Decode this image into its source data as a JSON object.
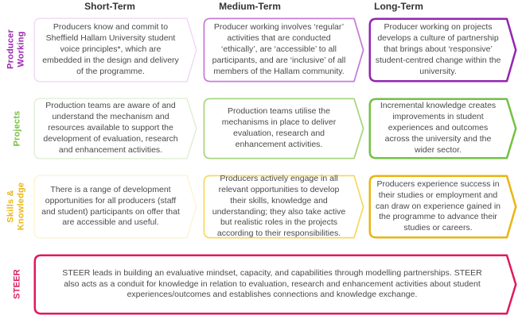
{
  "headers": [
    "Short-Term",
    "Medium-Term",
    "Long-Term"
  ],
  "rows": [
    {
      "label": "Producer\nWorking",
      "label_color": "#9b27af",
      "cells": [
        {
          "text": "Producers know and commit to Sheffield Hallam University student voice principles*, which are embedded in the design and delivery of the programme.",
          "border_color": "#eed4f2"
        },
        {
          "text": "Producer working involves ‘regular’ activities that are conducted ‘ethically’, are ‘accessible’ to all participants, and are ‘inclusive’ of all members of the Hallam community.",
          "border_color": "#c57fd6"
        },
        {
          "text": "Producer working on projects develops a culture of partnership that brings about ‘responsive’ student-centred change within the university.",
          "border_color": "#9226b0"
        }
      ]
    },
    {
      "label": "Projects",
      "label_color": "#77c043",
      "cells": [
        {
          "text": "Production teams are aware of and understand the mechanism and resources available to support the development of evaluation, research and enhancement activities.",
          "border_color": "#dcedd0"
        },
        {
          "text": "Production teams utilise the mechanisms in place to deliver evaluation, research and enhancement activities.",
          "border_color": "#a8d77f"
        },
        {
          "text": "Incremental knowledge creates improvements in student experiences and outcomes across the university and the wider sector.",
          "border_color": "#74c143"
        }
      ]
    },
    {
      "label": "Skills &\nKnowledge",
      "label_color": "#eab616",
      "cells": [
        {
          "text": "There is a range of development opportunities for all producers (staff and student) participants on offer that are accessible and useful.",
          "border_color": "#fdf2cd"
        },
        {
          "text": "Producers actively engage in all relevant opportunities to develop their skills, knowledge and understanding; they also take active but realistic roles in the projects according to their responsibilities.",
          "border_color": "#f7d964"
        },
        {
          "text": "Producers experience success in their studies or employment and can draw on experience gained in the programme to advance their studies or careers.",
          "border_color": "#e9b512"
        }
      ]
    }
  ],
  "steer": {
    "label": "STEER",
    "label_color": "#dc2060",
    "cell": {
      "text": "STEER leads in building an evaluative mindset, capacity, and capabilities through modelling partnerships. STEER also acts as a conduit for knowledge in relation to evaluation, research and enhancement activities about student experiences/outcomes and establishes connections and knowledge exchange.",
      "border_color": "#e0195e"
    }
  }
}
